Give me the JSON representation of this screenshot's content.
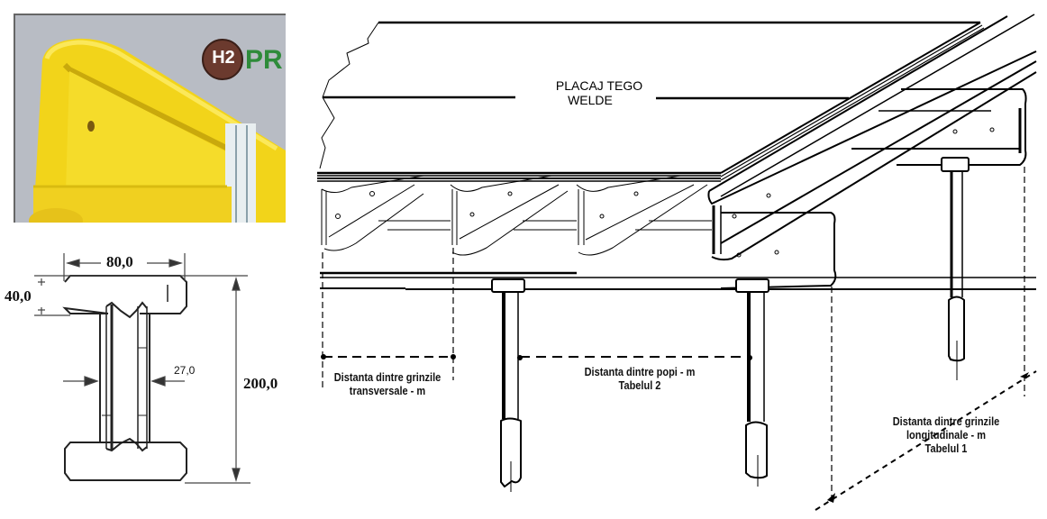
{
  "photo": {
    "logo_text": "PR",
    "logo_mark": "H2",
    "colors": {
      "beam": "#f2d41a",
      "beam_shadow": "#c9a90c",
      "background": "#b8bcc4",
      "logo_brand": "#2e8b3a",
      "logo_badge": "#6b3a2e"
    }
  },
  "section": {
    "width_label": "80,0",
    "flange_label": "40,0",
    "web_label": "27,0",
    "height_label": "200,0"
  },
  "plan": {
    "plywood_label_line1": "PLACAJ TEGO",
    "plywood_label_line2": "WELDE",
    "transverse_note_line1": "Distanta dintre grinzile",
    "transverse_note_line2": "transversale - m",
    "props_note_line1": "Distanta dintre popi - m",
    "props_note_line2": "Tabelul 2",
    "longitudinal_note_line1": "Distanta dintre grinzile",
    "longitudinal_note_line2": "longitudinale  - m",
    "longitudinal_note_line3": "Tabelul 1"
  }
}
